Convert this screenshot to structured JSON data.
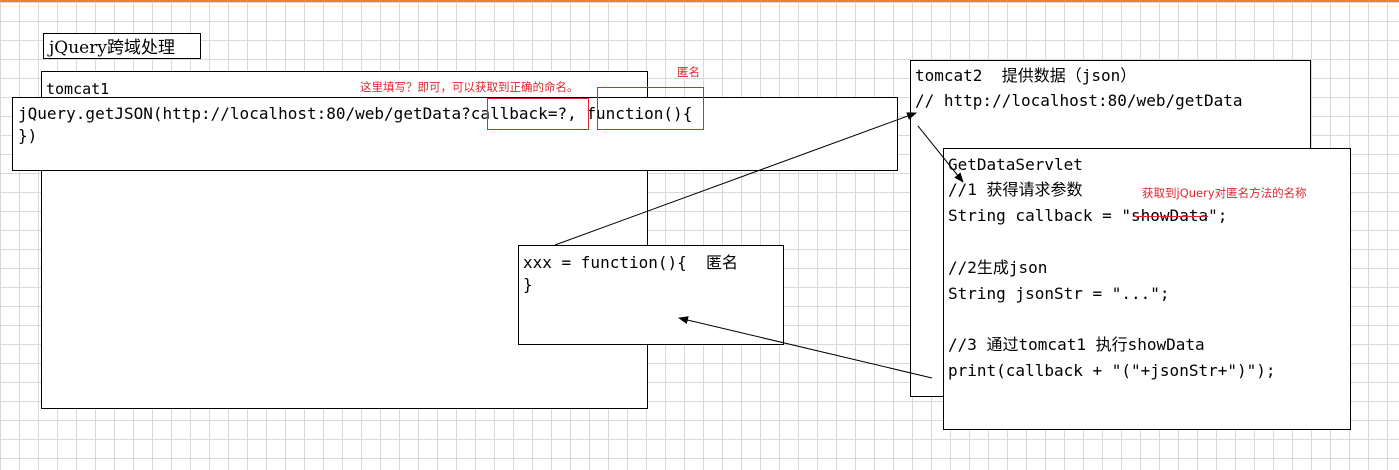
{
  "title": "jQuery跨域处理",
  "tomcat1": {
    "label": "tomcat1"
  },
  "getjson": {
    "line1_prefix": "jQuery.getJSON(http://localhost:80/web/getData?",
    "callback_param": "callback=?,",
    "function_part": "function(){",
    "line2": "})"
  },
  "notes": {
    "fill_here": "这里填写？即可，可以获取到正确的命名。",
    "anonymous": "匿名",
    "get_name": "获取到jQuery对匿名方法的名称"
  },
  "xxx_box": {
    "line1": "xxx = function(){  匿名",
    "line2": "}"
  },
  "tomcat2": {
    "line1": "tomcat2  提供数据（json）",
    "line2": "// http://localhost:80/web/getData"
  },
  "servlet": {
    "name": "GetDataServlet",
    "step1": "//1 获得请求参数",
    "callback_prefix": "String callback = ",
    "callback_value": "\"showData\"",
    "callback_suffix": ";",
    "step2": "//2生成json",
    "json_str": "String jsonStr = \"...\";",
    "step3": "//3 通过tomcat1 执行showData",
    "print": "print(callback + \"(\"+jsonStr+\")\");"
  },
  "colors": {
    "accent_red": "#e0262d",
    "top_bar": "#f27d2b",
    "grid": "#d9d9d9"
  }
}
